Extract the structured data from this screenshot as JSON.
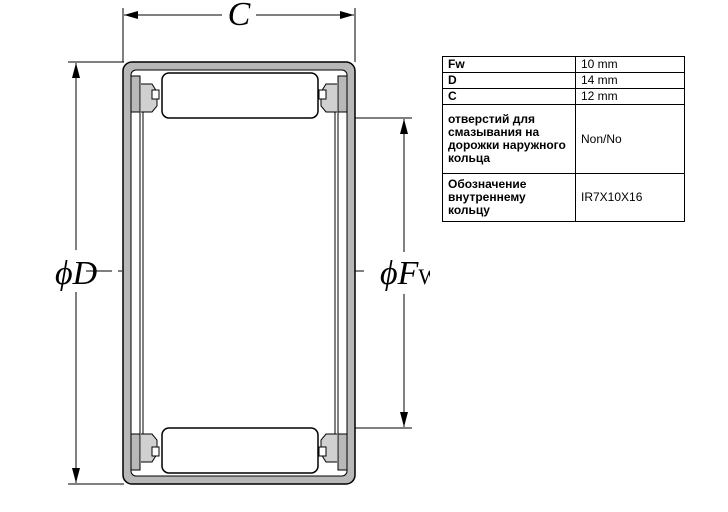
{
  "drawing": {
    "labels": {
      "width": "C",
      "outer": "D",
      "inner": "F",
      "inner_sub": "W",
      "diameter_symbol": "ϕ"
    }
  },
  "specs": [
    {
      "key": "Fw",
      "value": "10 mm"
    },
    {
      "key": "D",
      "value": "14 mm"
    },
    {
      "key": "C",
      "value": "12 mm"
    },
    {
      "key": "отверстий для смазывания на дорожки наружного кольца",
      "value": "Non/No"
    },
    {
      "key": "Обозначение внутреннему кольцу",
      "value": "IR7X10X16"
    }
  ]
}
